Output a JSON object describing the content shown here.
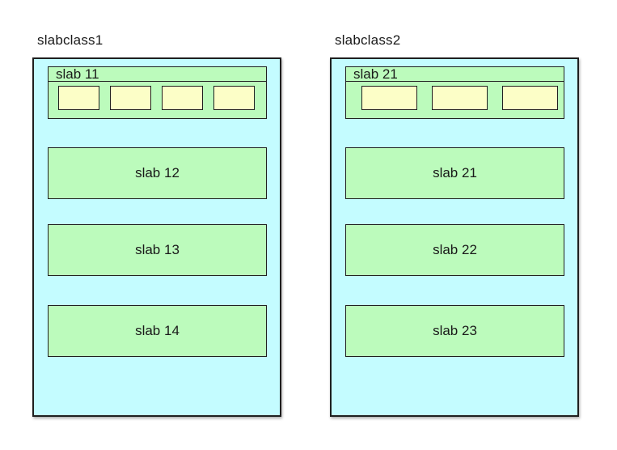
{
  "diagram": {
    "description": "memory slab allocation diagram",
    "colors": {
      "slabclass_bg": "#c4fcff",
      "slab_bg": "#bcfbbc",
      "chunk_bg": "#fcfec7",
      "border": "#1f1f1f",
      "page_bg": "#ffffff"
    }
  },
  "slabclasses": [
    {
      "title": "slabclass1",
      "header_slab": {
        "label": "slab 11",
        "chunk_count": 4
      },
      "slabs": [
        "slab 12",
        "slab 13",
        "slab 14"
      ]
    },
    {
      "title": "slabclass2",
      "header_slab": {
        "label": "slab 21",
        "chunk_count": 3
      },
      "slabs": [
        "slab 21",
        "slab 22",
        "slab 23"
      ]
    }
  ]
}
